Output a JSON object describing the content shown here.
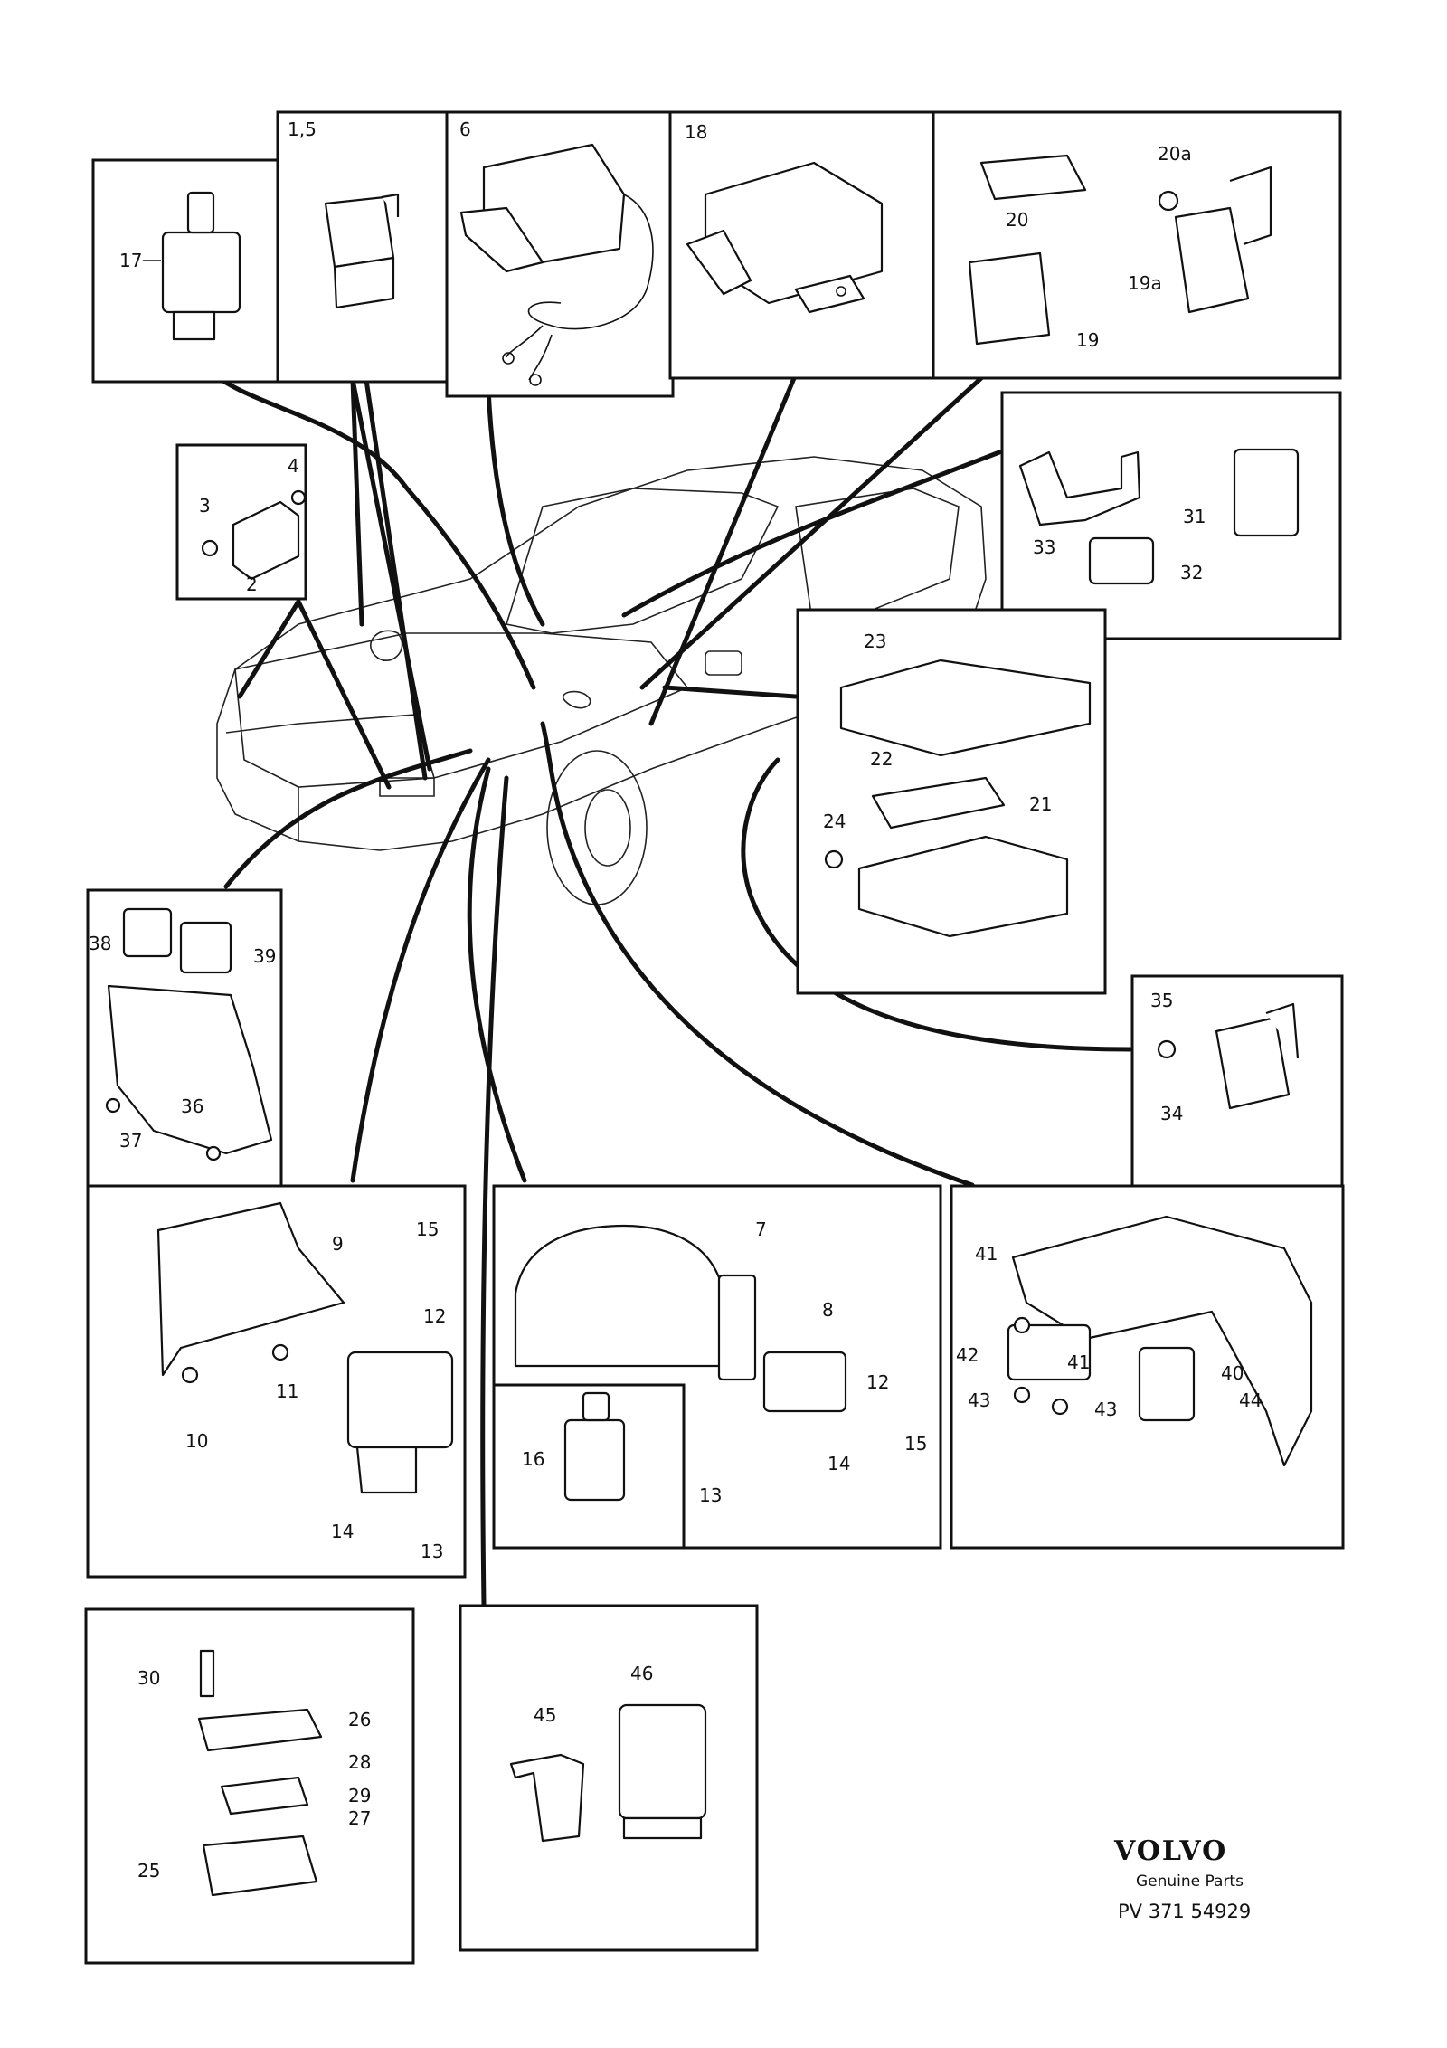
{
  "panels": [
    {
      "id": "p17",
      "labels": [
        "17"
      ]
    },
    {
      "id": "p15",
      "labels": [
        "1,5"
      ]
    },
    {
      "id": "p6",
      "labels": [
        "6"
      ]
    },
    {
      "id": "p18",
      "labels": [
        "18"
      ]
    },
    {
      "id": "p19",
      "labels": [
        "20a",
        "20",
        "19a",
        "19"
      ]
    },
    {
      "id": "p2",
      "labels": [
        "4",
        "3",
        "2"
      ]
    },
    {
      "id": "p31",
      "labels": [
        "31",
        "33",
        "32"
      ]
    },
    {
      "id": "p21",
      "labels": [
        "23",
        "22",
        "21",
        "24"
      ]
    },
    {
      "id": "p36",
      "labels": [
        "38",
        "39",
        "36",
        "37"
      ]
    },
    {
      "id": "p34",
      "labels": [
        "35",
        "34"
      ]
    },
    {
      "id": "p9",
      "labels": [
        "9",
        "15",
        "12",
        "11",
        "10",
        "14",
        "13"
      ]
    },
    {
      "id": "p7",
      "labels": [
        "7",
        "8",
        "12",
        "16",
        "15",
        "14",
        "13"
      ]
    },
    {
      "id": "p40",
      "labels": [
        "41",
        "42",
        "41",
        "40",
        "43",
        "43",
        "44"
      ]
    },
    {
      "id": "p25",
      "labels": [
        "30",
        "26",
        "28",
        "29",
        "27",
        "25"
      ]
    },
    {
      "id": "p45",
      "labels": [
        "46",
        "45"
      ]
    }
  ],
  "footer": {
    "brand": "VOLVO",
    "subtitle": "Genuine Parts",
    "code": "PV 371 54929"
  }
}
